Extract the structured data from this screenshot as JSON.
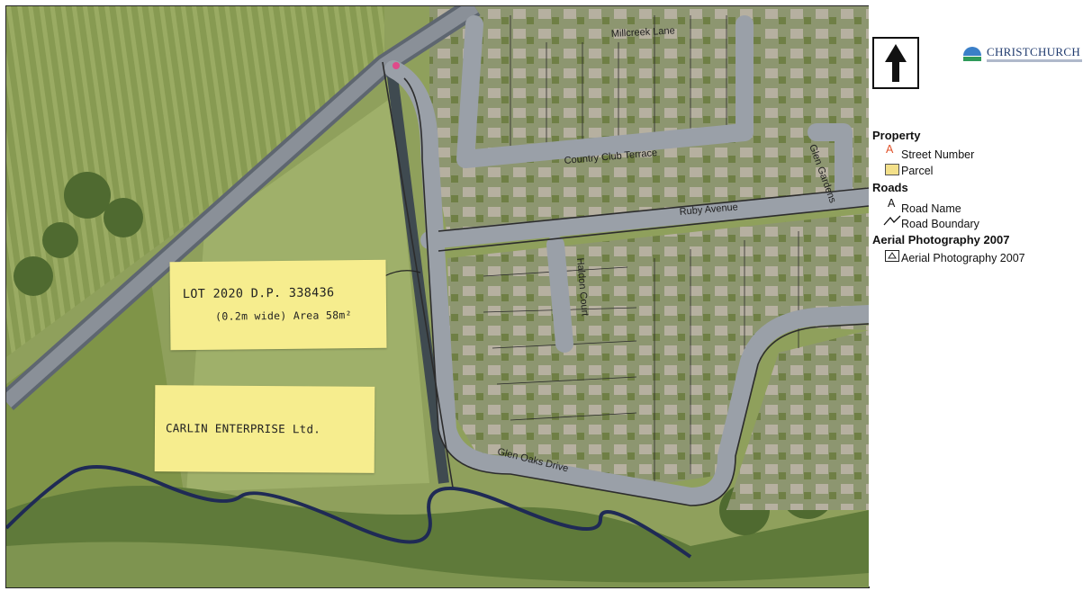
{
  "map": {
    "roads": {
      "millcreek": "Millcreek Lane",
      "country_club": "Country Club Terrace",
      "ruby": "Ruby Avenue",
      "haldon": "Haldon Court",
      "glen_oaks": "Glen Oaks Drive",
      "side": "Glen Gardens"
    },
    "notes": {
      "lot_line1": "LOT 2020 D.P. 338436",
      "lot_line2": "(0.2m wide) Area 58m²",
      "owner": "CARLIN ENTERPRISE Ltd."
    }
  },
  "legend": {
    "logo_text": "CHRISTCHURCH",
    "north_arrow": "north-arrow-icon",
    "property_heading": "Property",
    "street_number_label": "Street Number",
    "street_number_glyph": "A",
    "parcel_label": "Parcel",
    "roads_heading": "Roads",
    "road_name_label": "Road Name",
    "road_name_glyph": "A",
    "road_boundary_label": "Road Boundary",
    "aerial_heading": "Aerial Photography 2007",
    "aerial_label": "Aerial Photography 2007",
    "colors": {
      "street_number": "#e0522a",
      "parcel_fill": "#f3e08a",
      "logo_blue": "#1f3a6e"
    }
  }
}
